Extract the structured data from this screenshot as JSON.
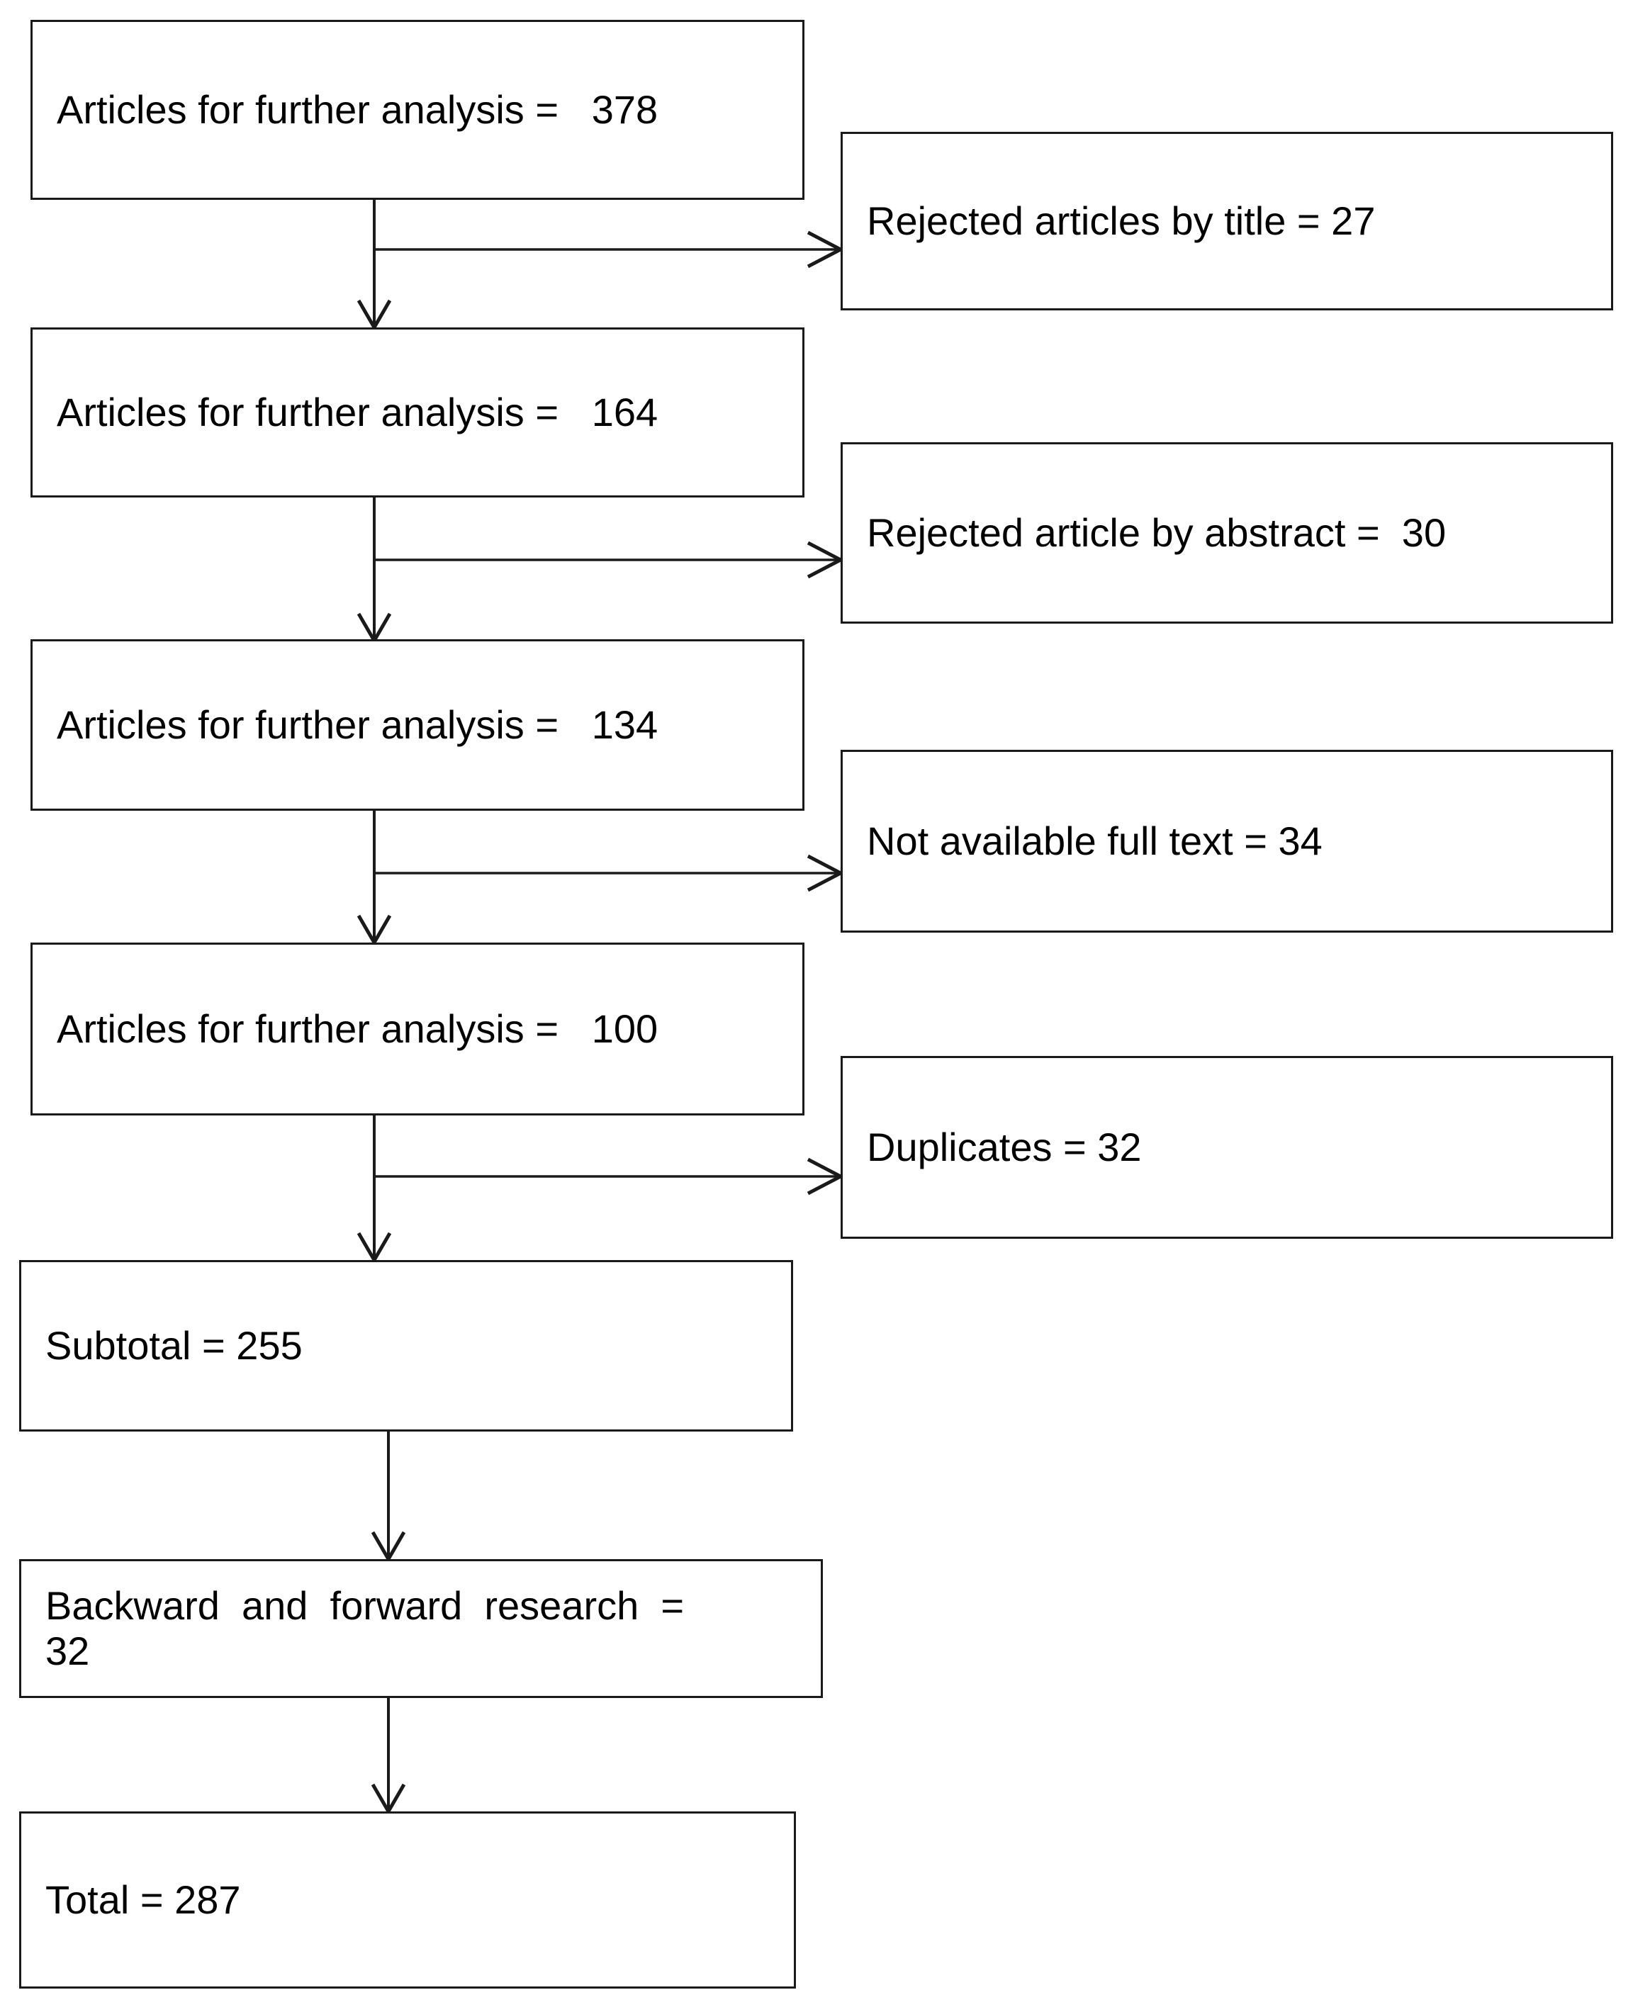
{
  "diagram": {
    "type": "flowchart",
    "title": "Article selection flow diagram",
    "orientation": "top-to-bottom with side exclusion branches",
    "colors": {
      "box_border": "#1a1a1a",
      "background": "#ffffff",
      "text": "#000000",
      "edge": "#1a1a1a"
    },
    "main_nodes": [
      {
        "id": "n1",
        "text": "Articles for further analysis =   378",
        "value": 378
      },
      {
        "id": "n2",
        "text": "Articles for further analysis =   164",
        "value": 164
      },
      {
        "id": "n3",
        "text": "Articles for further analysis =   134",
        "value": 134
      },
      {
        "id": "n4",
        "text": "Articles for further analysis =   100",
        "value": 100
      },
      {
        "id": "n5",
        "text": "Subtotal = 255",
        "value": 255
      },
      {
        "id": "n6",
        "text": "Backward  and  forward  research  =\n32",
        "value": 32
      },
      {
        "id": "n7",
        "text": "Total = 287",
        "value": 287
      }
    ],
    "side_nodes": [
      {
        "id": "s1",
        "text": "Rejected articles by title = 27",
        "value": 27
      },
      {
        "id": "s2",
        "text": "Rejected article by abstract =  30",
        "value": 30
      },
      {
        "id": "s3",
        "text": "Not available full text = 34",
        "value": 34
      },
      {
        "id": "s4",
        "text": "Duplicates = 32",
        "value": 32
      }
    ],
    "edges": [
      {
        "from": "n1",
        "to": "n2",
        "kind": "down"
      },
      {
        "from": "n1",
        "to": "s1",
        "kind": "right"
      },
      {
        "from": "n2",
        "to": "n3",
        "kind": "down"
      },
      {
        "from": "n2",
        "to": "s2",
        "kind": "right"
      },
      {
        "from": "n3",
        "to": "n4",
        "kind": "down"
      },
      {
        "from": "n3",
        "to": "s3",
        "kind": "right"
      },
      {
        "from": "n4",
        "to": "n5",
        "kind": "down"
      },
      {
        "from": "n4",
        "to": "s4",
        "kind": "right"
      },
      {
        "from": "n5",
        "to": "n6",
        "kind": "down"
      },
      {
        "from": "n6",
        "to": "n7",
        "kind": "down"
      }
    ]
  }
}
